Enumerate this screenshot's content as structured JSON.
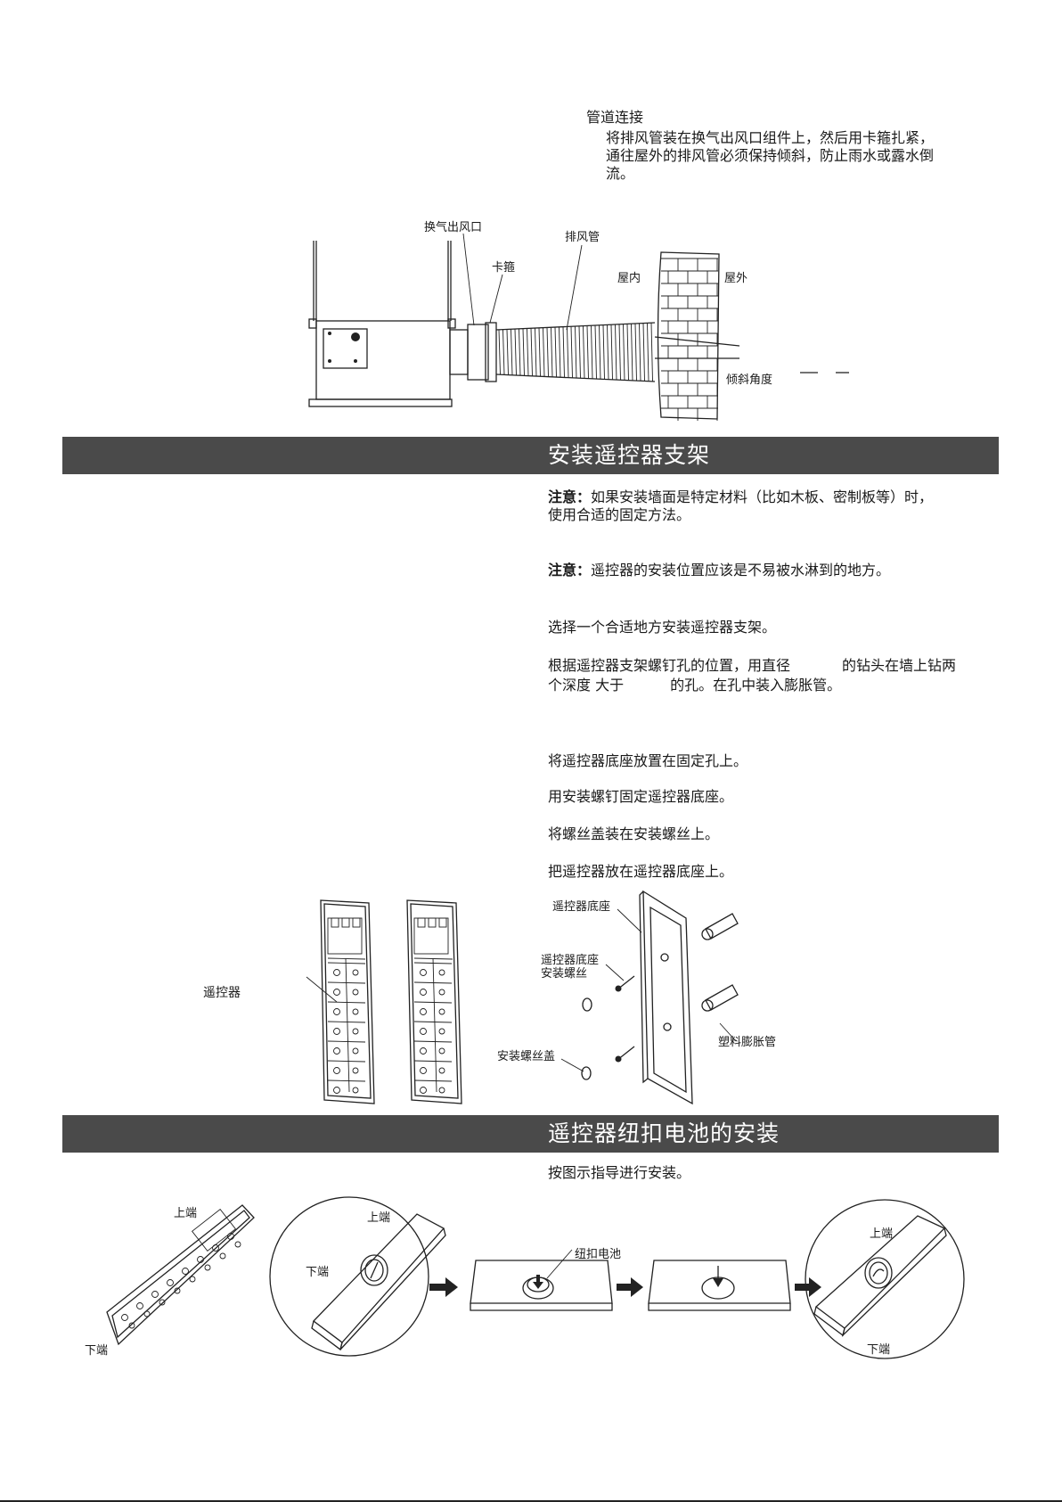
{
  "duct": {
    "heading": "管道连接",
    "body_lines": [
      "将排风管装在换气出风口组件上，然后用卡箍扎紧，",
      "通往屋外的排风管必须保持倾斜，防止雨水或露水倒",
      "流。"
    ],
    "labels": {
      "outlet": "换气出风口",
      "pipe": "排风管",
      "clamp": "卡箍",
      "indoor": "屋内",
      "outdoor": "屋外",
      "tilt": "倾斜角度"
    }
  },
  "bracket_section": {
    "title": "安装遥控器支架",
    "note1_label": "注意：",
    "note1_lines": [
      "如果安装墙面是特定材料（比如木板、密制板等）时，",
      "使用合适的固定方法。"
    ],
    "note2_label": "注意：",
    "note2_text": "遥控器的安装位置应该是不易被水淋到的地方。",
    "step1": "选择一个合适地方安装遥控器支架。",
    "step2_line1_a": "根据遥控器支架螺钉孔的位置，用直径",
    "step2_line1_b": "的钻头在墙上钻两",
    "step2_line2_a": "个深度 大于",
    "step2_line2_b": "的孔。在孔中装入膨胀管。",
    "step3": "将遥控器底座放置在固定孔上。",
    "step4": "用安装螺钉固定遥控器底座。",
    "step5": "将螺丝盖装在安装螺丝上。",
    "step6": "把遥控器放在遥控器底座上。",
    "labels": {
      "remote": "遥控器",
      "base": "遥控器底座",
      "screw_line1": "遥控器底座",
      "screw_line2": "安装螺丝",
      "cap": "安装螺丝盖",
      "anchor": "塑料膨胀管"
    }
  },
  "battery_section": {
    "title": "遥控器纽扣电池的安装",
    "instruction": "按图示指导进行安装。",
    "labels": {
      "top1": "上端",
      "bottom1": "下端",
      "top2": "上端",
      "bottom2": "下端",
      "battery": "纽扣电池",
      "top3": "上端",
      "bottom3": "下端"
    }
  }
}
